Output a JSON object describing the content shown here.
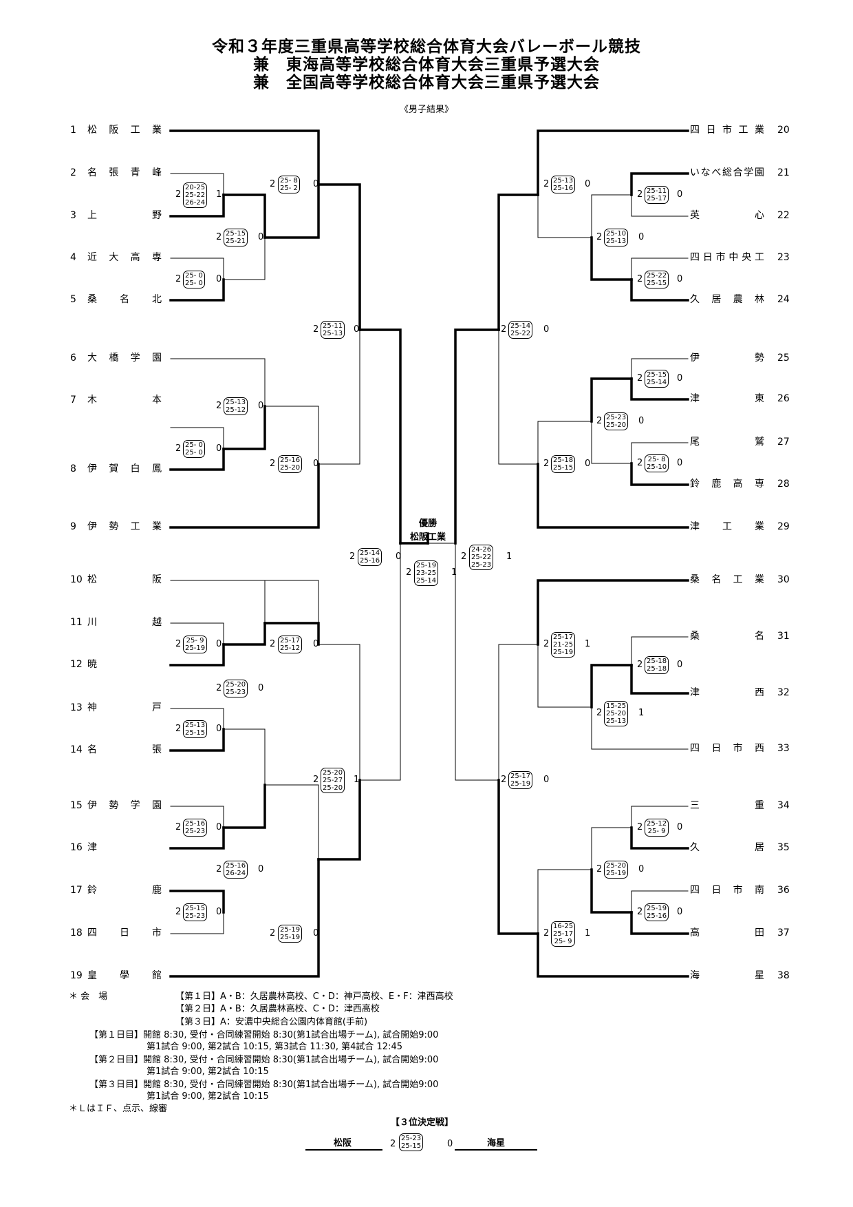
{
  "header": {
    "title_line1": "令和３年度三重県高等学校総合体育大会バレーボール競技",
    "title_line2": "兼　東海高等学校総合体育大会三重県予選大会",
    "title_line3": "兼　全国高等学校総合体育大会三重県予選大会",
    "subtitle": "《男子結果》"
  },
  "teams_left": [
    {
      "no": "1",
      "name": "松阪工業"
    },
    {
      "no": "2",
      "name": "名張青峰"
    },
    {
      "no": "3",
      "name": "上野"
    },
    {
      "no": "4",
      "name": "近大高専"
    },
    {
      "no": "5",
      "name": "桑名北"
    },
    {
      "no": "6",
      "name": "大橋学園"
    },
    {
      "no": "7",
      "name": "木本"
    },
    {
      "no": "8",
      "name": "伊賀白鳳"
    },
    {
      "no": "9",
      "name": "伊勢工業"
    },
    {
      "no": "10",
      "name": "松阪"
    },
    {
      "no": "11",
      "name": "川越"
    },
    {
      "no": "12",
      "name": "暁"
    },
    {
      "no": "13",
      "name": "神戸"
    },
    {
      "no": "14",
      "name": "名張"
    },
    {
      "no": "15",
      "name": "伊勢学園"
    },
    {
      "no": "16",
      "name": "津"
    },
    {
      "no": "17",
      "name": "鈴鹿"
    },
    {
      "no": "18",
      "name": "四日市"
    },
    {
      "no": "19",
      "name": "皇學館"
    }
  ],
  "teams_right": [
    {
      "no": "20",
      "name": "四日市工業"
    },
    {
      "no": "21",
      "name": "いなべ総合学園"
    },
    {
      "no": "22",
      "name": "英心"
    },
    {
      "no": "23",
      "name": "四日市中央工"
    },
    {
      "no": "24",
      "name": "久居農林"
    },
    {
      "no": "25",
      "name": "伊勢"
    },
    {
      "no": "26",
      "name": "津東"
    },
    {
      "no": "27",
      "name": "尾鷲"
    },
    {
      "no": "28",
      "name": "鈴鹿高専"
    },
    {
      "no": "29",
      "name": "津工業"
    },
    {
      "no": "30",
      "name": "桑名工業"
    },
    {
      "no": "31",
      "name": "桑名"
    },
    {
      "no": "32",
      "name": "津西"
    },
    {
      "no": "33",
      "name": "四日市西"
    },
    {
      "no": "34",
      "name": "三重"
    },
    {
      "no": "35",
      "name": "久居"
    },
    {
      "no": "36",
      "name": "四日市南"
    },
    {
      "no": "37",
      "name": "高田"
    },
    {
      "no": "38",
      "name": "海星"
    }
  ],
  "matches": [
    {
      "l": "2",
      "r": "1",
      "sets": [
        "20-25",
        "25-22",
        "26-24"
      ]
    },
    {
      "l": "2",
      "r": "0",
      "sets": [
        "25- 0",
        "25- 0"
      ]
    },
    {
      "l": "2",
      "r": "0",
      "sets": [
        "25-15",
        "25-21"
      ]
    },
    {
      "l": "2",
      "r": "0",
      "sets": [
        "25- 8",
        "25- 2"
      ]
    },
    {
      "l": "2",
      "r": "0",
      "sets": [
        "25- 0",
        "25- 0"
      ]
    },
    {
      "l": "2",
      "r": "0",
      "sets": [
        "25-13",
        "25-12"
      ]
    },
    {
      "l": "2",
      "r": "0",
      "sets": [
        "25-16",
        "25-20"
      ]
    },
    {
      "l": "2",
      "r": "0",
      "sets": [
        "25-11",
        "25-13"
      ]
    },
    {
      "l": "2",
      "r": "0",
      "sets": [
        "25- 9",
        "25-19"
      ]
    },
    {
      "l": "2",
      "r": "0",
      "sets": [
        "25-13",
        "25-15"
      ]
    },
    {
      "l": "2",
      "r": "0",
      "sets": [
        "25-20",
        "25-23"
      ]
    },
    {
      "l": "2",
      "r": "0",
      "sets": [
        "25-17",
        "25-12"
      ]
    },
    {
      "l": "2",
      "r": "0",
      "sets": [
        "25-16",
        "25-23"
      ]
    },
    {
      "l": "2",
      "r": "0",
      "sets": [
        "25-15",
        "25-23"
      ]
    },
    {
      "l": "2",
      "r": "0",
      "sets": [
        "25-16",
        "26-24"
      ]
    },
    {
      "l": "2",
      "r": "0",
      "sets": [
        "25-19",
        "25-19"
      ]
    },
    {
      "l": "2",
      "r": "1",
      "sets": [
        "25-20",
        "25-27",
        "25-20"
      ]
    },
    {
      "l": "2",
      "r": "0",
      "sets": [
        "25-14",
        "25-16"
      ]
    },
    {
      "l": "2",
      "r": "1",
      "sets": [
        "25-19",
        "23-25",
        "25-14"
      ]
    },
    {
      "l": "2",
      "r": "1",
      "sets": [
        "24-26",
        "25-22",
        "25-23"
      ]
    },
    {
      "l": "2",
      "r": "0",
      "sets": [
        "25-11",
        "25-17"
      ]
    },
    {
      "l": "2",
      "r": "0",
      "sets": [
        "25-22",
        "25-15"
      ]
    },
    {
      "l": "2",
      "r": "0",
      "sets": [
        "25-10",
        "25-13"
      ]
    },
    {
      "l": "2",
      "r": "0",
      "sets": [
        "25-13",
        "25-16"
      ]
    },
    {
      "l": "2",
      "r": "0",
      "sets": [
        "25-15",
        "25-14"
      ]
    },
    {
      "l": "2",
      "r": "0",
      "sets": [
        "25- 8",
        "25-10"
      ]
    },
    {
      "l": "2",
      "r": "0",
      "sets": [
        "25-23",
        "25-20"
      ]
    },
    {
      "l": "2",
      "r": "0",
      "sets": [
        "25-18",
        "25-15"
      ]
    },
    {
      "l": "2",
      "r": "0",
      "sets": [
        "25-14",
        "25-22"
      ]
    },
    {
      "l": "2",
      "r": "0",
      "sets": [
        "25-18",
        "25-18"
      ]
    },
    {
      "l": "2",
      "r": "1",
      "sets": [
        "15-25",
        "25-20",
        "25-13"
      ]
    },
    {
      "l": "2",
      "r": "1",
      "sets": [
        "25-17",
        "21-25",
        "25-19"
      ]
    },
    {
      "l": "2",
      "r": "0",
      "sets": [
        "25-12",
        "25- 9"
      ]
    },
    {
      "l": "2",
      "r": "0",
      "sets": [
        "25-19",
        "25-16"
      ]
    },
    {
      "l": "2",
      "r": "0",
      "sets": [
        "25-20",
        "25-19"
      ]
    },
    {
      "l": "2",
      "r": "1",
      "sets": [
        "16-25",
        "25-17",
        "25- 9"
      ]
    },
    {
      "l": "2",
      "r": "0",
      "sets": [
        "25-17",
        "25-19"
      ]
    }
  ],
  "champion": {
    "label": "優勝",
    "team": "松阪工業"
  },
  "notes": {
    "venue_label": "＊ 会　場",
    "venue1": "【第１日】A・B：久居農林高校、C・D：神戸高校、E・F：津西高校",
    "venue2": "【第２日】A・B：久居農林高校、C・D：津西高校",
    "venue3": "【第３日】A：安濃中央総合公園内体育館(手前)",
    "day1a": "【第１日目】開館 8:30, 受付・合同練習開始 8:30(第1試合出場チーム), 試合開始9:00",
    "day1b": "第1試合 9:00, 第2試合 10:15, 第3試合 11:30, 第4試合 12:45",
    "day2a": "【第２日目】開館 8:30, 受付・合同練習開始 8:30(第1試合出場チーム), 試合開始9:00",
    "day2b": "第1試合 9:00, 第2試合 10:15",
    "day3a": "【第３日目】開館 8:30, 受付・合同練習開始 8:30(第1試合出場チーム), 試合開始9:00",
    "day3b": "第1試合 9:00, 第2試合 10:15",
    "officials": "＊ＬはＩＦ、点示、線審"
  },
  "third_place": {
    "label": "【３位決定戦】",
    "left_team": "松阪",
    "right_team": "海星",
    "l": "2",
    "r": "0",
    "sets": [
      "25-23",
      "25-15"
    ]
  }
}
